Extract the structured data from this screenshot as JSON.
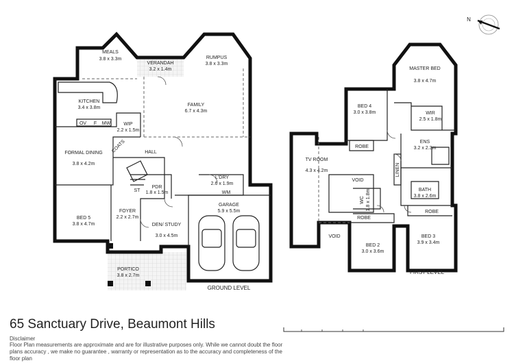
{
  "title": "65 Sanctuary Drive, Beaumont Hills",
  "disclaimer_heading": "Disclaimer",
  "disclaimer_text": "Floor Plan measurements are approximate and are for illustrative purposes only. While we cannot doubt the floor plans accuracy , we make no guarantee , warranty or representation as to the accuracy and completeness of the floor plan",
  "compass_label": "N",
  "ground": {
    "level_label": "GROUND LEVEL",
    "rooms": [
      {
        "name": "MEALS",
        "size": "3.8 x 3.3m"
      },
      {
        "name": "VERANDAH",
        "size": "3.2 x 1.4m"
      },
      {
        "name": "RUMPUS",
        "size": "3.8 x 3.3m"
      },
      {
        "name": "KITCHEN",
        "size": "3.4 x 3.8m"
      },
      {
        "name": "FAMILY",
        "size": "6.7 x 4.3m"
      },
      {
        "name": "WIP",
        "size": "2.2 x 1.5m"
      },
      {
        "name": "FORMAL DINING",
        "size": "3.8 x 4.2m"
      },
      {
        "name": "L'DRY",
        "size": "2.6 x 1.9m"
      },
      {
        "name": "PDR",
        "size": "1.8 x 1.5m"
      },
      {
        "name": "GARAGE",
        "size": "5.9 x 5.5m"
      },
      {
        "name": "BED 5",
        "size": "3.8 x 4.7m"
      },
      {
        "name": "FOYER",
        "size": "2.2 x 2.7m"
      },
      {
        "name": "DEN/ STUDY",
        "size": "3.0 x 4.5m"
      },
      {
        "name": "PORTICO",
        "size": "3.8 x 2.7m"
      }
    ],
    "labels": [
      "OV",
      "F",
      "MW",
      "COATS",
      "HALL",
      "ST",
      "WM"
    ]
  },
  "first": {
    "level_label": "FIRST LEVEL",
    "rooms": [
      {
        "name": "MASTER BED",
        "size": "3.8 x 4.7m"
      },
      {
        "name": "BED 4",
        "size": "3.0 x 3.8m"
      },
      {
        "name": "WIR",
        "size": "2.5 x 1.8m"
      },
      {
        "name": "ENS",
        "size": "3.2 x 2.3m"
      },
      {
        "name": "TV ROOM",
        "size": "4.3 x 4.2m"
      },
      {
        "name": "WC",
        "size": "1.8 x 1.8m"
      },
      {
        "name": "BATH",
        "size": "3.8 x 2.6m"
      },
      {
        "name": "BED 2",
        "size": "3.0 x 3.6m"
      },
      {
        "name": "BED 3",
        "size": "3.9 x 3.4m"
      }
    ],
    "labels": [
      "ROBE",
      "VOID",
      "LINEN",
      "ROBE",
      "ROBE",
      "VOID"
    ]
  }
}
